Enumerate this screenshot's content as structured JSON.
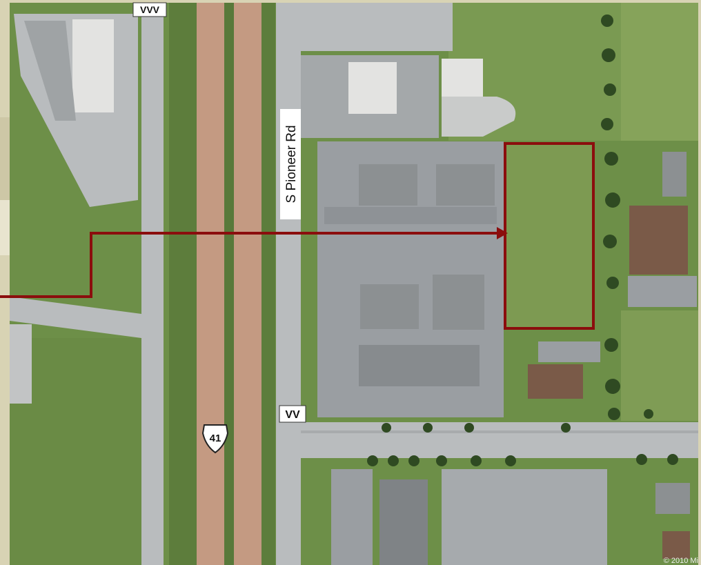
{
  "map": {
    "labels": {
      "top_road": "VVV",
      "pioneer_road": "S Pioneer Rd",
      "cross_road": "VV",
      "highway_shield": "41",
      "copyright": "© 2010 Mi"
    },
    "colors": {
      "frame": "#d8d3b4",
      "grass": "#6d8f48",
      "grass_light": "#86a35a",
      "pavement": "#b9bcbe",
      "parking": "#9a9ea2",
      "highway": "#c49a82",
      "roof_gray": "#8c9092",
      "roof_white": "#e3e3e1",
      "roof_brown": "#7a5a48",
      "highlight": "#8b0d0d",
      "tree": "#2f4a22"
    }
  }
}
